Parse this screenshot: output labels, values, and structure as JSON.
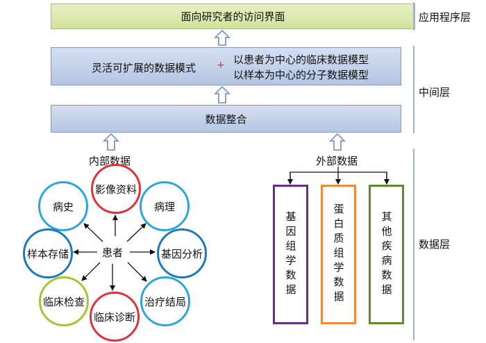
{
  "application_layer": {
    "box_text": "面向研究者的访问界面",
    "label": "应用程序层"
  },
  "middle_layer": {
    "model_left": "灵活可扩展的数据模式",
    "plus": "+",
    "model_right_1": "以患者为中心的临床数据模型",
    "model_right_2": "以样本为中心的分子数据模型",
    "integration": "数据整合",
    "label": "中间层"
  },
  "data_layer": {
    "label": "数据层",
    "internal": {
      "title": "内部数据",
      "center": "患者",
      "nodes": [
        {
          "label": "影像资料",
          "color": "#e0303c"
        },
        {
          "label": "病史",
          "color": "#2aa6dc"
        },
        {
          "label": "病理",
          "color": "#2aa6dc"
        },
        {
          "label": "样本存储",
          "color": "#1f78bb"
        },
        {
          "label": "基因分析",
          "color": "#1f78bb"
        },
        {
          "label": "临床检查",
          "color": "#a7c332"
        },
        {
          "label": "临床诊断",
          "color": "#e0303c"
        },
        {
          "label": "治疗结局",
          "color": "#2aa6dc"
        }
      ]
    },
    "external": {
      "title": "外部数据",
      "sources": [
        {
          "label": "基因组学数据",
          "color": "#6b2d8a"
        },
        {
          "label": "蛋白质组学数据",
          "color": "#f08a3c"
        },
        {
          "label": "其他疾病数据",
          "color": "#5f8a2e"
        }
      ]
    }
  },
  "colors": {
    "layer_line": "#9db3dd",
    "hollow_arrow": "#7f96c7",
    "plus": "#e0303c"
  }
}
